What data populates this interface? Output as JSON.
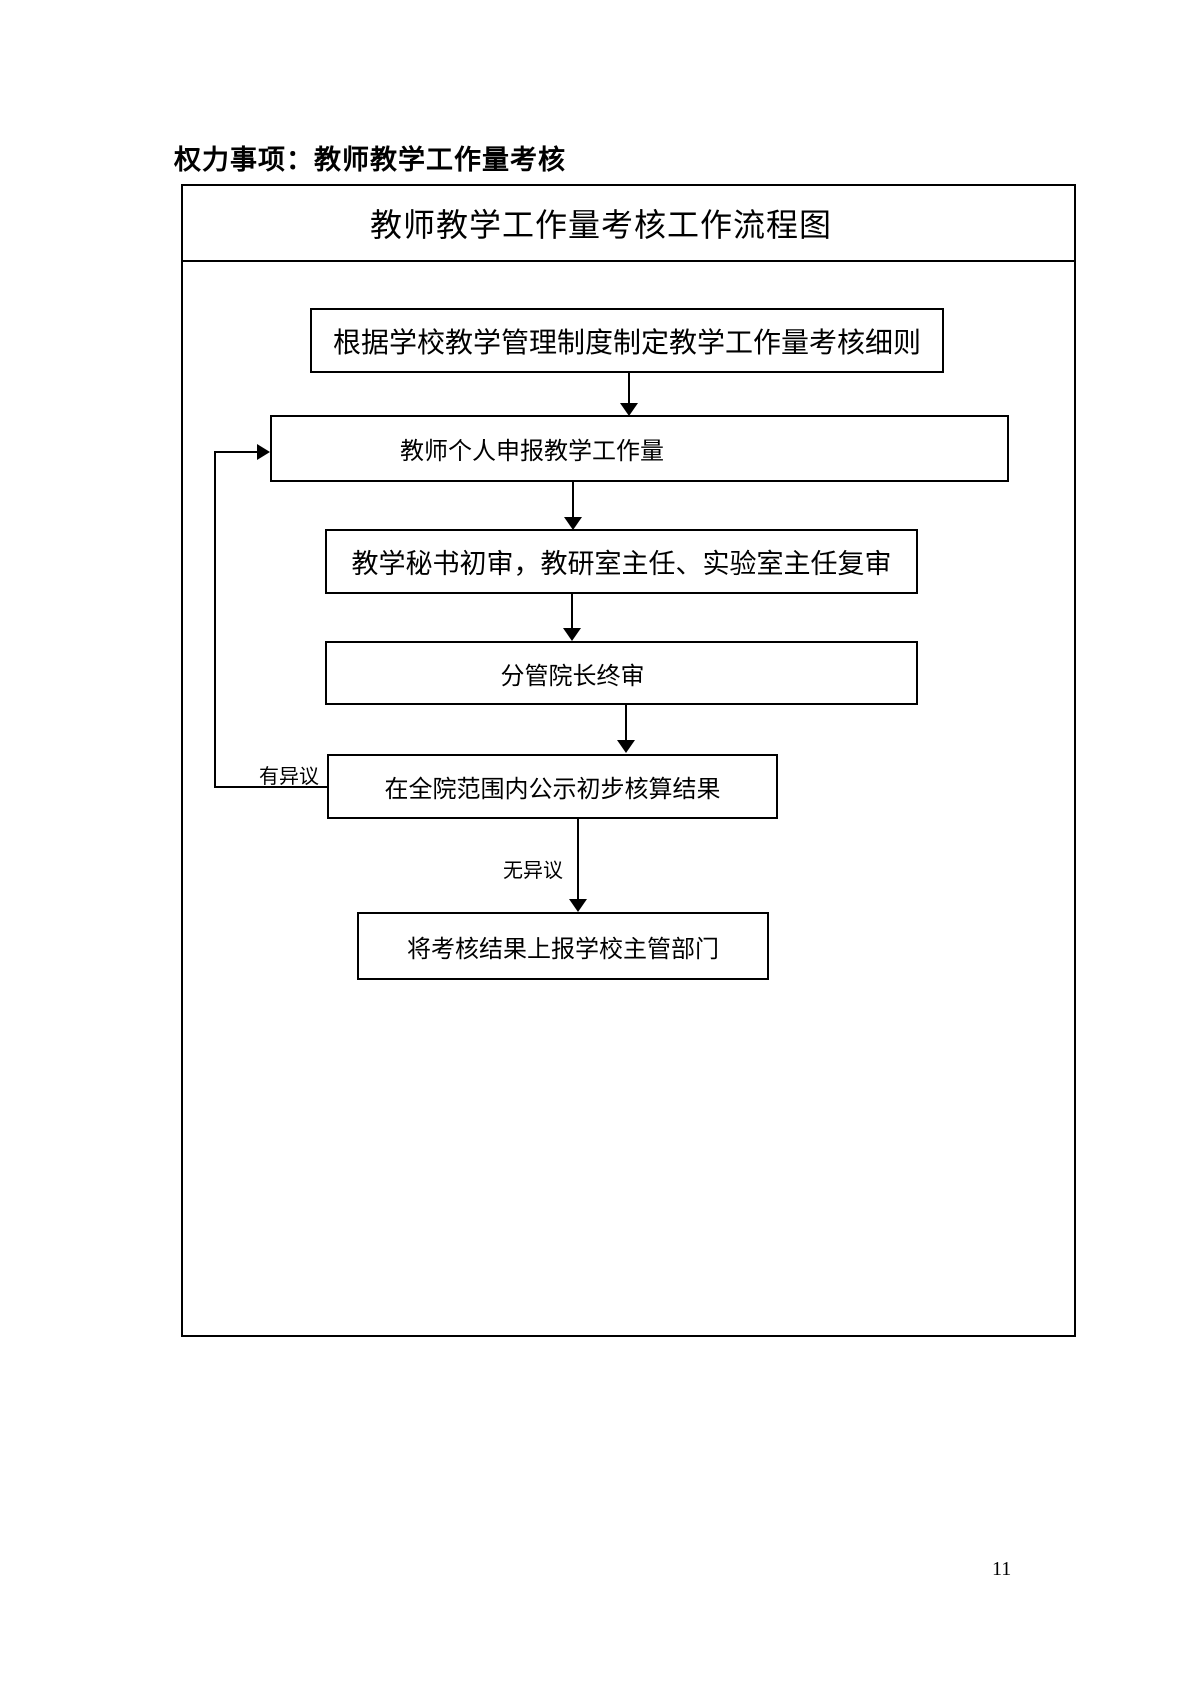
{
  "page": {
    "heading": "权力事项：教师教学工作量考核",
    "page_number": "11"
  },
  "flowchart": {
    "title": "教师教学工作量考核工作流程图",
    "steps": [
      {
        "label": "根据学校教学管理制度制定教学工作量考核细则"
      },
      {
        "label": "教师个人申报教学工作量"
      },
      {
        "label": "教学秘书初审，教研室主任、实验室主任复审"
      },
      {
        "label": "分管院长终审"
      },
      {
        "label": "在全院范围内公示初步核算结果"
      },
      {
        "label": "将考核结果上报学校主管部门"
      }
    ],
    "branch_labels": {
      "objection": "有异议",
      "no_objection": "无异议"
    },
    "colors": {
      "line": "#000000",
      "background": "#ffffff"
    }
  }
}
